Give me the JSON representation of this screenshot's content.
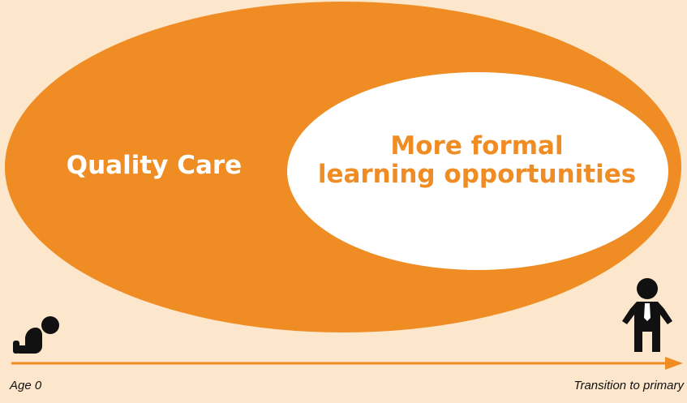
{
  "diagram": {
    "outer_label": "Quality Care",
    "inner_label_line1": "More formal",
    "inner_label_line2": "learning opportunities",
    "axis_start_label": "Age 0",
    "axis_end_label": "Transition to primary"
  },
  "icons": {
    "start": "crawling-baby-icon",
    "end": "standing-child-icon"
  },
  "colors": {
    "background": "#fde7cc",
    "accent": "#ef8c23",
    "inner_fill": "#ffffff",
    "icon": "#111111"
  }
}
